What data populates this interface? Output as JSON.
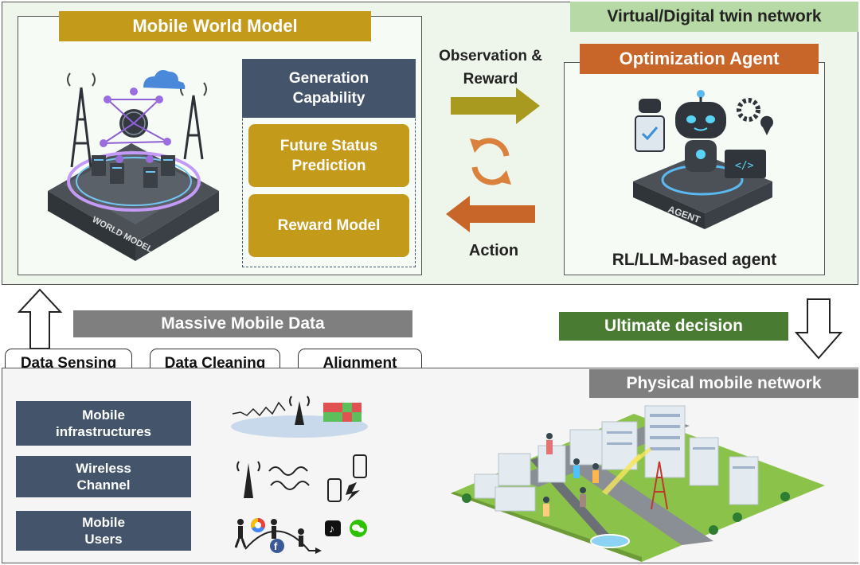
{
  "virtual": {
    "title": "Virtual/Digital twin network",
    "world_model": {
      "title": "Mobile World Model",
      "image_label": "WORLD MODEL",
      "capability": {
        "title": "Generation Capability",
        "items": [
          "Future Status Prediction",
          "Reward Model"
        ]
      }
    },
    "flow": {
      "observation": "Observation & Reward",
      "action": "Action"
    },
    "agent": {
      "title": "Optimization Agent",
      "image_label": "AGENT",
      "caption": "RL/LLM-based agent"
    }
  },
  "middle": {
    "data_title": "Massive Mobile Data",
    "steps": [
      "Data Sensing",
      "Data Cleaning",
      "Alignment"
    ],
    "decision": "Ultimate decision"
  },
  "physical": {
    "title": "Physical mobile network",
    "sources": [
      "Mobile infrastructures",
      "Wireless Channel",
      "Mobile Users"
    ]
  },
  "colors": {
    "gold": "#c49a1a",
    "navy": "#44546a",
    "orange": "#c8662a",
    "green": "#4a7b32",
    "grey": "#7f7f7f",
    "light_green": "#b7d9a5"
  },
  "icons": [
    "world-model-illustration",
    "agent-robot-illustration",
    "sync-icon",
    "cell-tower-icon",
    "phone-icon",
    "chrome-icon",
    "facebook-icon",
    "tiktok-icon",
    "wechat-icon",
    "city-illustration"
  ]
}
